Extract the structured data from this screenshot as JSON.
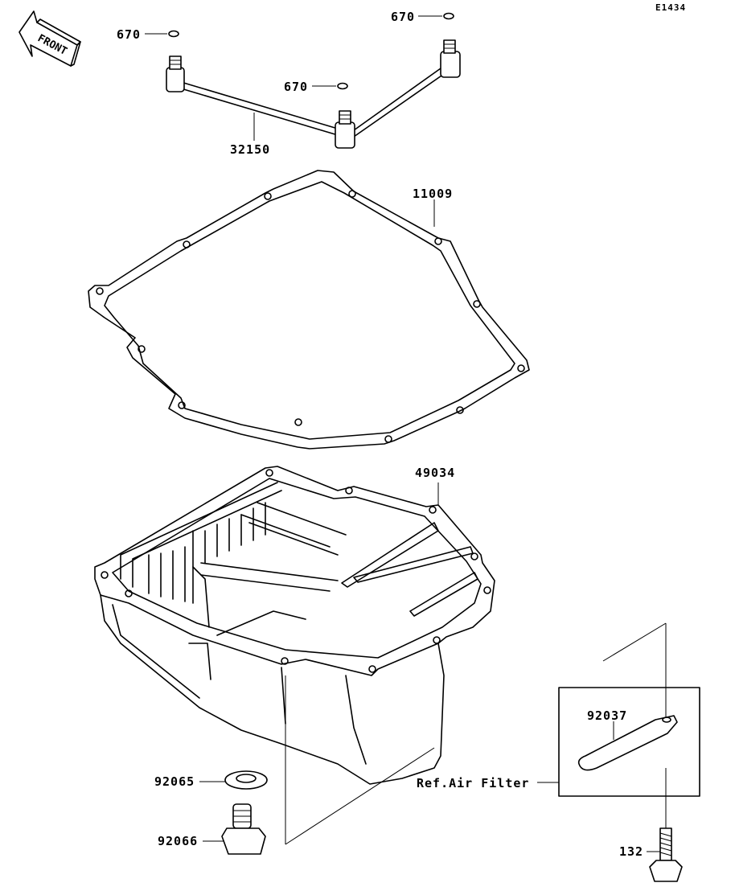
{
  "diagram_code": "E1434",
  "front_marker": "FRONT",
  "callouts": {
    "oring_left": "670",
    "oring_top": "670",
    "oring_mid": "670",
    "pipe": "32150",
    "gasket": "11009",
    "oil_pan": "49034",
    "clamp": "92037",
    "ref_air_filter": "Ref.Air Filter",
    "washer": "92065",
    "drain_plug": "92066",
    "bolt": "132"
  }
}
